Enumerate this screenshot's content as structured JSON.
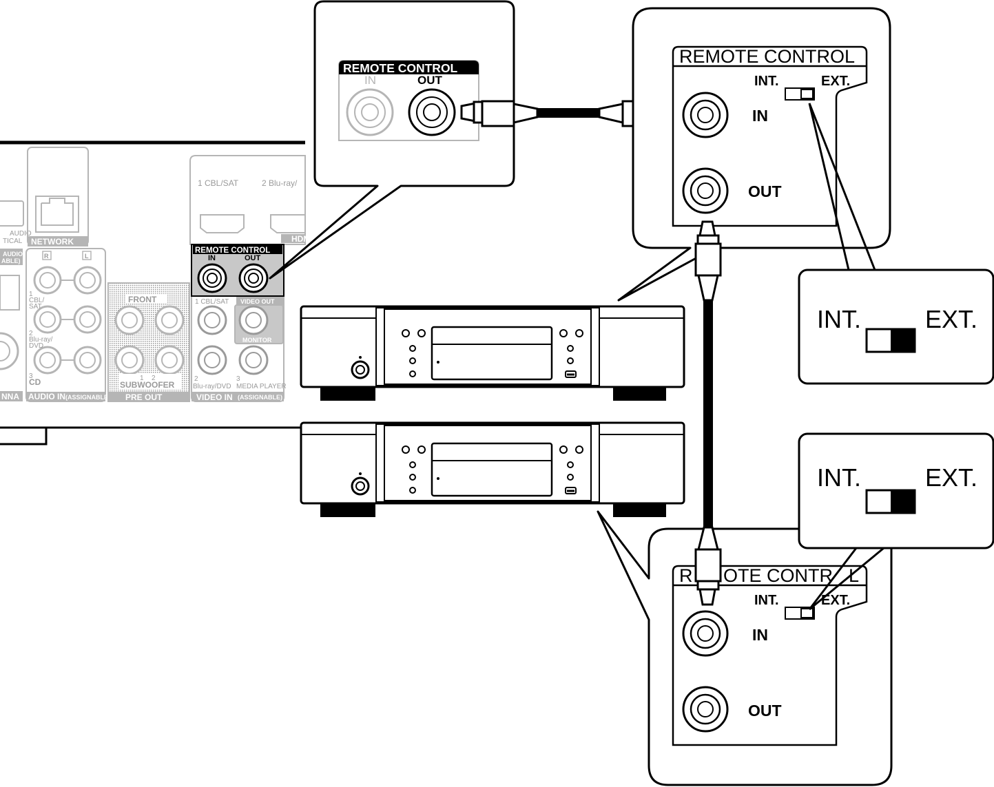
{
  "receiver_panel": {
    "network_label": "NETWORK",
    "optical_label_1": "AUDIO",
    "optical_label_2": "TICAL",
    "optical_label_3": "AUDIO IN",
    "optical_label_4": "ABLE)",
    "antenna_label": "NNA",
    "audio_in_label": "AUDIO IN",
    "audio_in_assign": "(ASSIGNABLE)",
    "audio_r": "R",
    "audio_l": "L",
    "audio_1": "1",
    "audio_1_name": "CBL/",
    "audio_1_name2": "SAT",
    "audio_2": "2",
    "audio_2_name": "Blu-ray/",
    "audio_2_name2": "DVD",
    "audio_3": "3",
    "audio_3_name": "CD",
    "front_label": "FRONT",
    "subwoofer_label": "SUBWOOFER",
    "sub_1": "1",
    "sub_2": "2",
    "pre_out_label": "PRE OUT",
    "video_1": "1 CBL/SAT",
    "video_out_label": "VIDEO OUT",
    "monitor_label": "MONITOR",
    "video_2": "2",
    "video_2_name": "Blu-ray/DVD",
    "video_3": "3",
    "video_3_name": "MEDIA PLAYER",
    "video_in_label": "VIDEO IN",
    "video_in_assign": "(ASSIGNABLE)",
    "hdmi_1": "1 CBL/SAT",
    "hdmi_2": "2 Blu-ray/",
    "hdmi_label": "HDM",
    "remote_label": "REMOTE CONTROL",
    "remote_in": "IN",
    "remote_out": "OUT"
  },
  "callout_receiver": {
    "title": "REMOTE CONTROL",
    "in_label": "IN",
    "out_label": "OUT"
  },
  "callout_player_top": {
    "title": "REMOTE CONTROL",
    "int_label": "INT.",
    "ext_label": "EXT.",
    "in_label": "IN",
    "out_label": "OUT"
  },
  "callout_player_bottom": {
    "title_part1": "R",
    "title_part2": "OTE CONTR",
    "title_part3": "L",
    "int_label": "INT.",
    "ext_label": "EXT.",
    "in_label": "IN",
    "out_label": "OUT"
  },
  "switch_zoom_top": {
    "int_label": "INT.",
    "ext_label": "EXT.",
    "position": "EXT."
  },
  "switch_zoom_bottom": {
    "int_label": "INT.",
    "ext_label": "EXT.",
    "position": "EXT."
  },
  "colors": {
    "line": "#000000",
    "faded_panel": "#b5b5b5",
    "highlight_panel": "#c8c8c8"
  }
}
